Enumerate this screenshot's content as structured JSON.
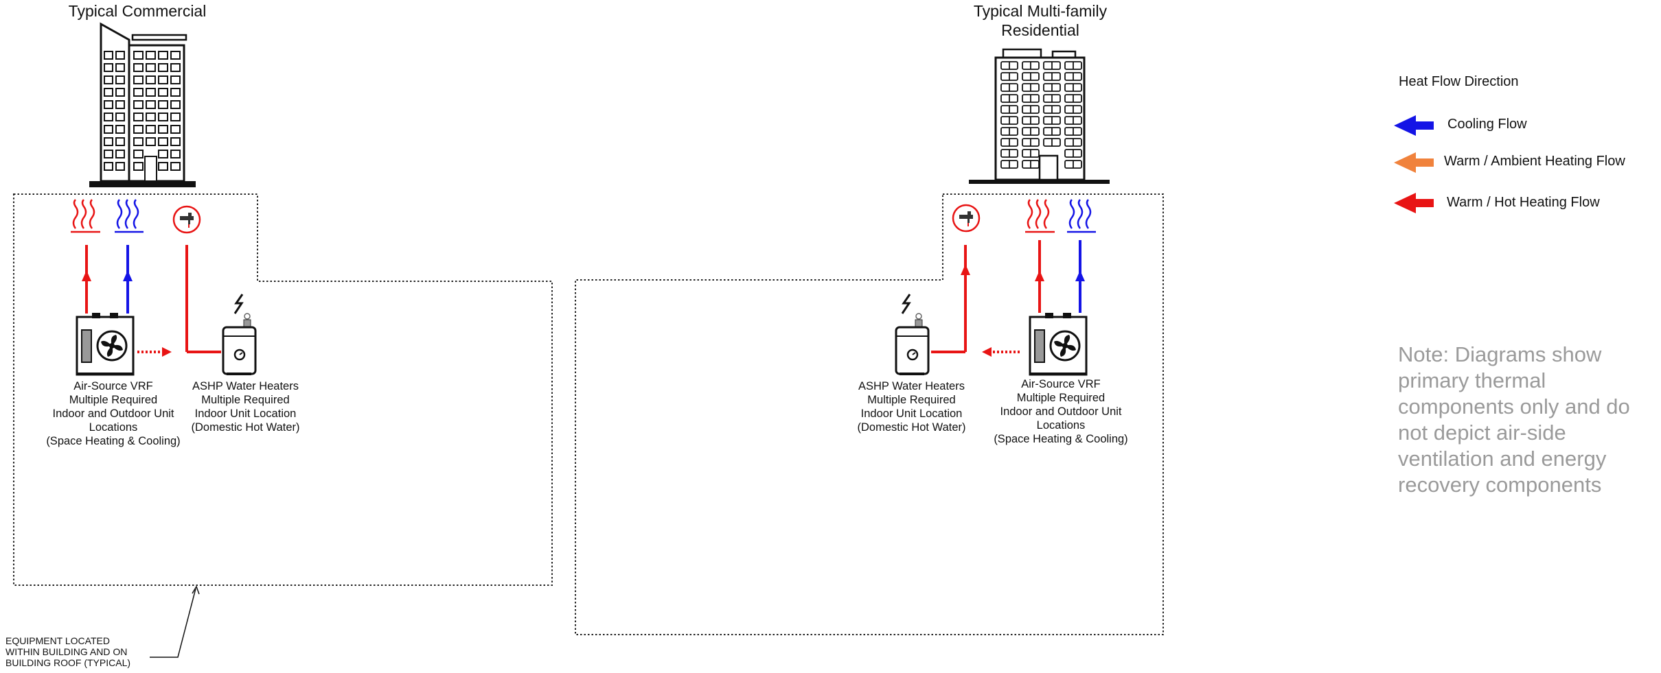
{
  "diagram": {
    "left_title": "Typical Commercial",
    "right_title": "Typical Multi-family\nResidential",
    "legend": {
      "title": "Heat Flow Direction",
      "items": [
        {
          "label": "Cooling Flow",
          "color": "#1414e6"
        },
        {
          "label": "Warm / Ambient Heating Flow",
          "color": "#f0823c"
        },
        {
          "label": "Warm / Hot Heating Flow",
          "color": "#e81414"
        }
      ]
    },
    "note": "Note: Diagrams show primary thermal components only and do not depict air-side ventilation and energy recovery components",
    "callout": "EQUIPMENT LOCATED\nWITHIN BUILDING AND ON\nBUILDING ROOF (TYPICAL)",
    "left": {
      "vrf_label": "Air-Source VRF\nMultiple Required\nIndoor and Outdoor Unit\nLocations\n(Space Heating & Cooling)",
      "ashp_label": "ASHP Water Heaters\nMultiple Required\nIndoor Unit Location\n(Domestic Hot Water)"
    },
    "right": {
      "ashp_label": "ASHP Water Heaters\nMultiple Required\nIndoor Unit Location\n(Domestic Hot Water)",
      "vrf_label": "Air-Source VRF\nMultiple Required\nIndoor and Outdoor Unit\nLocations\n(Space Heating & Cooling)"
    },
    "colors": {
      "hot": "#e81414",
      "cool": "#1414e6",
      "ambient": "#f0823c"
    }
  }
}
